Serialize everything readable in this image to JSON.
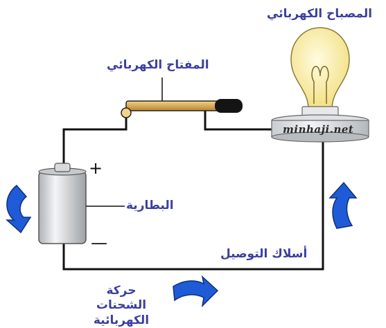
{
  "labels": {
    "lamp": "المصباح الكهربائي",
    "switch": "المفتاح الكهربائي",
    "battery": "البطارية",
    "wires": "أسلاك التوصيل",
    "charge_flow": "حركة الشحنات الكهربائية",
    "plus": "+",
    "minus": "—"
  },
  "watermark": "minhaji.net",
  "colors": {
    "label_text": "#3a3f9e",
    "wire": "#111111",
    "arrow": "#1f5bd6",
    "switch_lever": "#d6a84a",
    "bulb_glass": "#fbf0a6",
    "battery_body": "#d9dcdf"
  },
  "icons": [
    "curved-arrow-down-icon",
    "curved-arrow-up-icon",
    "curved-arrow-right-icon"
  ]
}
